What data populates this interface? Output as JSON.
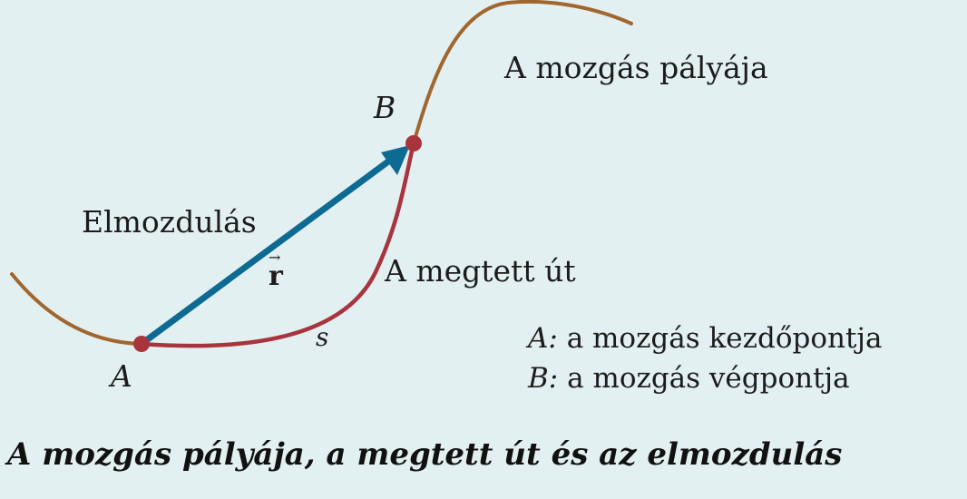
{
  "labels": {
    "trajectory": "A mozgás pályája",
    "displacement": "Elmozdulás",
    "distance": "A megtett út",
    "distance_symbol": "s",
    "point_a": "A",
    "point_b": "B",
    "vector_symbol": "r",
    "vector_arrow": "→"
  },
  "legend": {
    "a_key": "A:",
    "a_text": " a mozgás kezdőpontja",
    "b_key": "B:",
    "b_text": " a mozgás végpontja"
  },
  "caption": "A mozgás pályája, a megtett út és az elmozdulás",
  "colors": {
    "background": "#e3f0f1",
    "trajectory": "#a0662e",
    "path_segment": "#a8343e",
    "displacement_arrow": "#0d6a92",
    "point": "#a8343e"
  }
}
